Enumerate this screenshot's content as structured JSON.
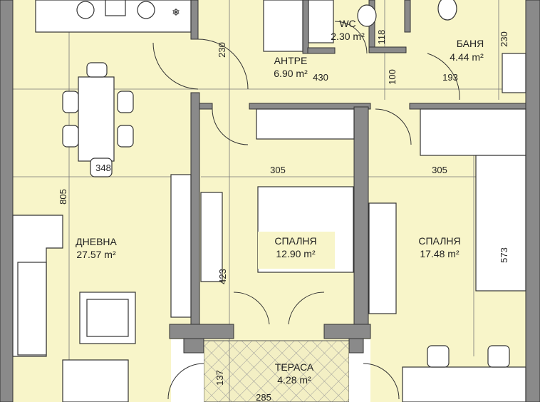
{
  "colors": {
    "floor": "#f8f5c9",
    "wall": "#8a8a8a",
    "terrace": "#f3efc4"
  },
  "rooms": {
    "living": {
      "name": "ДНЕВНА",
      "area": "27.57 m²"
    },
    "hall": {
      "name": "АНТРЕ",
      "area": "6.90 m²"
    },
    "wc": {
      "name": "WC",
      "area": "2.30 m²"
    },
    "bath": {
      "name": "БАНЯ",
      "area": "4.44 m²"
    },
    "bedroom1": {
      "name": "СПАЛНЯ",
      "area": "12.90 m²"
    },
    "bedroom2": {
      "name": "СПАЛНЯ",
      "area": "17.48 m²"
    },
    "terrace": {
      "name": "ТЕРАСА",
      "area": "4.28 m²"
    }
  },
  "dimensions": {
    "d230a": "230",
    "d430": "430",
    "d100": "100",
    "d193": "193",
    "d118": "118",
    "d230b": "230",
    "d348": "348",
    "d805": "805",
    "d305a": "305",
    "d305b": "305",
    "d423": "423",
    "d573": "573",
    "d137": "137",
    "d285": "285"
  }
}
